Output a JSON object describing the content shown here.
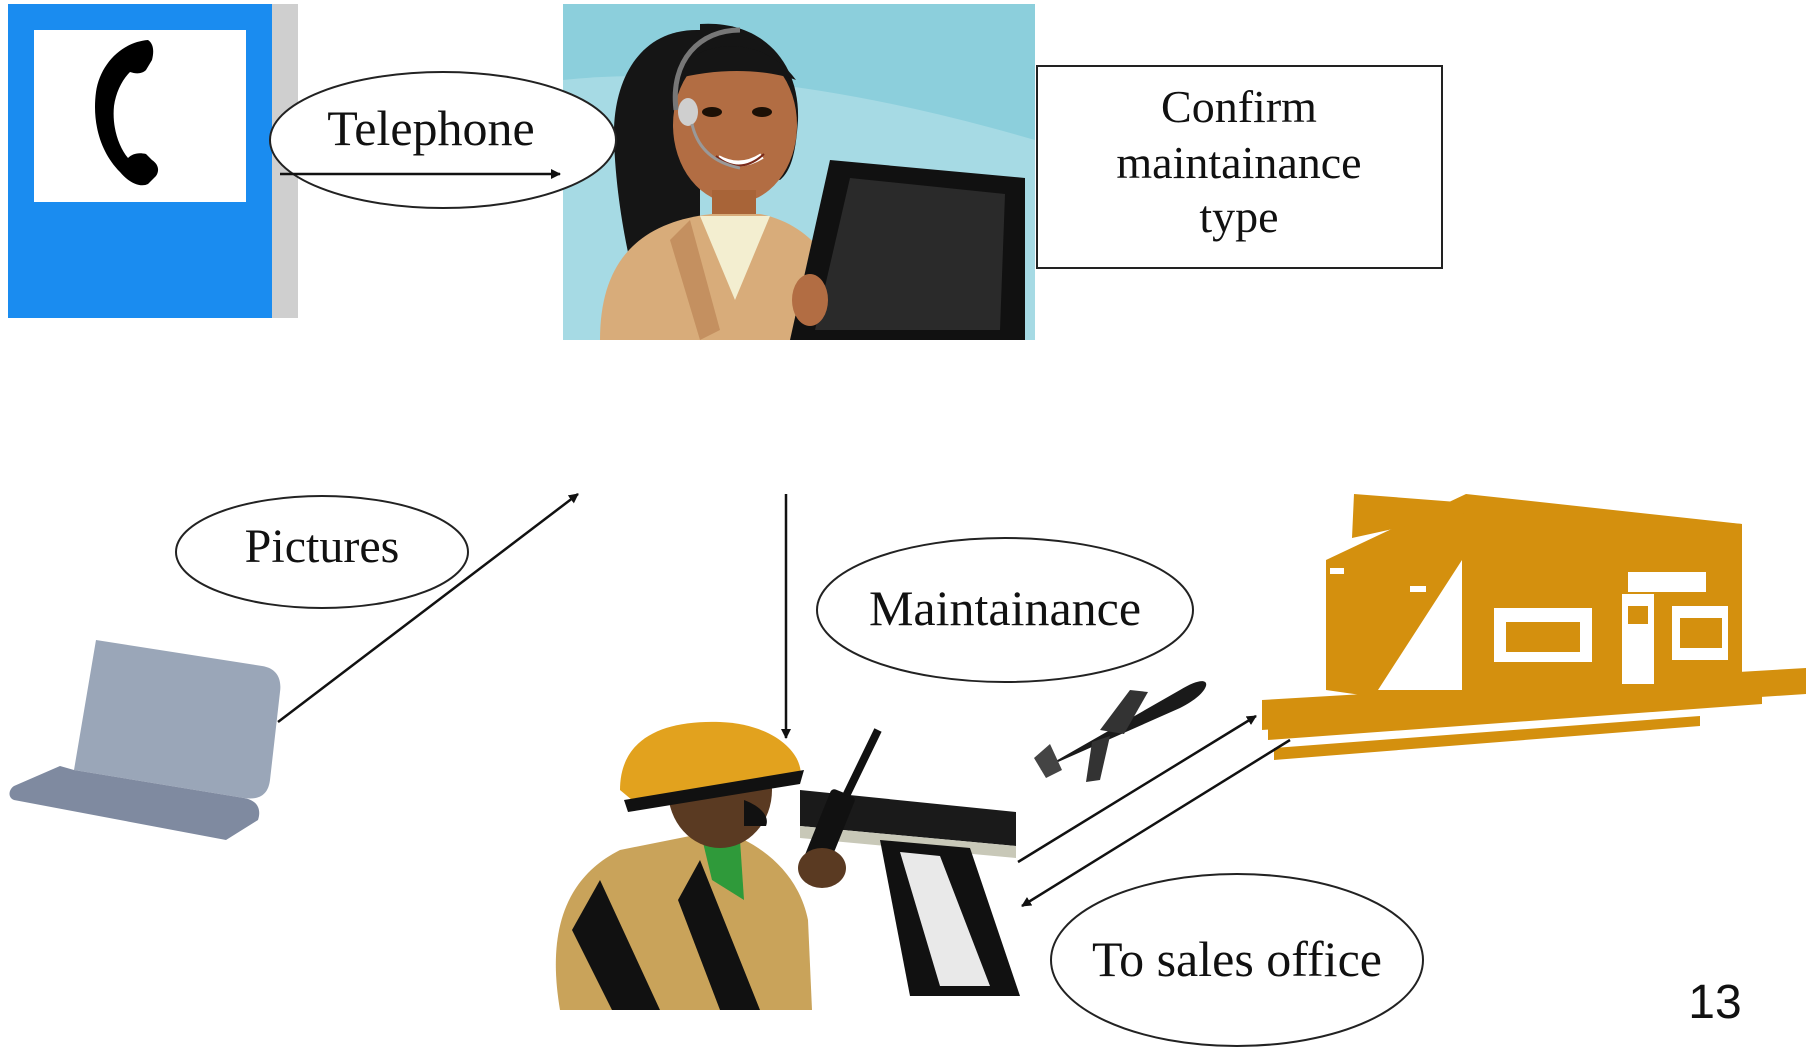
{
  "slide": {
    "page_number": "13",
    "labels": {
      "telephone": "Telephone",
      "confirm_line1": "Confirm",
      "confirm_line2": "maintainance",
      "confirm_line3": "type",
      "pictures": "Pictures",
      "maintainance": "Maintainance",
      "to_sales_office": "To sales office"
    },
    "illustrations": {
      "phone_sign": "telephone-sign-icon",
      "operator": "call-center-operator-illustration",
      "laptop": "laptop-icon",
      "technician": "technician-with-radio-illustration",
      "airplane": "airplane-icon",
      "building": "sales-office-building-icon"
    },
    "colors": {
      "phone_sign_blue": "#1a8cf0",
      "operator_bg": "#8ccfdc",
      "building_orange": "#d4900e",
      "laptop_gray": "#9aa6b8",
      "technician_tan": "#c9a35a"
    }
  }
}
